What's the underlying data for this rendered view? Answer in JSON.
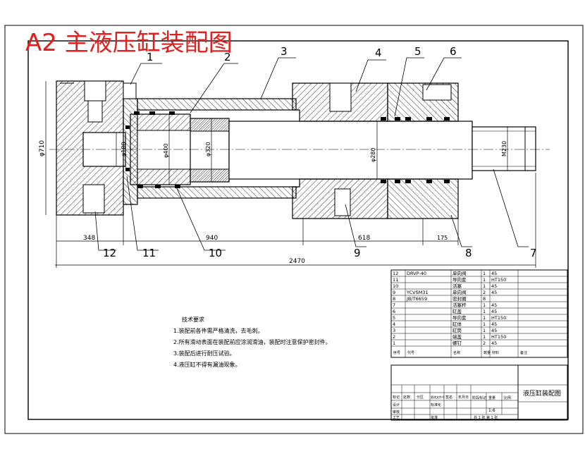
{
  "title": "A2 主液压缸装配图",
  "balloons": [
    "1",
    "2",
    "3",
    "4",
    "5",
    "6",
    "7",
    "8",
    "9",
    "10",
    "11",
    "12"
  ],
  "dimensions": {
    "overall_height": "φ710",
    "d_180": "φ180",
    "d_400": "φ400",
    "d_320": "φ320",
    "d_280": "φ280",
    "thread": "M230",
    "len_348": "348",
    "len_940": "940",
    "len_618": "618",
    "len_175": "175",
    "total_length": "2470"
  },
  "notes": {
    "heading": "技术要求",
    "items": [
      "1.装配前各件需严格清洗，去毛刺。",
      "2.所有滑动表面在装配前应涂润滑油，装配时注意保护密封件。",
      "3.装配后进行耐压试验。",
      "4.液压缸不得有漏油现象。"
    ]
  },
  "bom": {
    "rows": [
      {
        "no": "12",
        "code": "DRVP-40",
        "name": "单向阀",
        "qty": "1",
        "material": "45"
      },
      {
        "no": "11",
        "code": "",
        "name": "导向套",
        "qty": "1",
        "material": "HT150"
      },
      {
        "no": "10",
        "code": "",
        "name": "活塞",
        "qty": "1",
        "material": "45"
      },
      {
        "no": "9",
        "code": "YCVSM31",
        "name": "单向阀",
        "qty": "2",
        "material": "45"
      },
      {
        "no": "8",
        "code": "JB/T6659",
        "name": "密封圈",
        "qty": "8",
        "material": ""
      },
      {
        "no": "7",
        "code": "",
        "name": "活塞杆",
        "qty": "1",
        "material": "45"
      },
      {
        "no": "6",
        "code": "",
        "name": "缸盖",
        "qty": "1",
        "material": "45"
      },
      {
        "no": "5",
        "code": "",
        "name": "导向套",
        "qty": "1",
        "material": "HT150"
      },
      {
        "no": "4",
        "code": "",
        "name": "缸体",
        "qty": "1",
        "material": "45"
      },
      {
        "no": "3",
        "code": "",
        "name": "缸筒",
        "qty": "1",
        "material": "45"
      },
      {
        "no": "2",
        "code": "",
        "name": "端盖",
        "qty": "1",
        "material": "HT150"
      },
      {
        "no": "1",
        "code": "",
        "name": "螺钉",
        "qty": "2",
        "material": "45"
      }
    ],
    "header": {
      "no": "序号",
      "code": "代号",
      "name": "名称",
      "qty": "数量",
      "material": "材料",
      "remark": "备注"
    }
  },
  "titleblock": {
    "drawing_name": "液压缸装配图",
    "scale": "1:6",
    "sheet": "共 1 张 第 1 张",
    "labels": {
      "mark": "标记",
      "count": "处数",
      "zone": "分区",
      "doc": "更改文件号",
      "sign": "签名",
      "date": "年月日",
      "design": "设计",
      "std": "标准化",
      "stage": "阶段标记",
      "weight": "重量",
      "scale_lbl": "比例",
      "check": "审核",
      "process": "工艺",
      "approve": "批准"
    }
  }
}
